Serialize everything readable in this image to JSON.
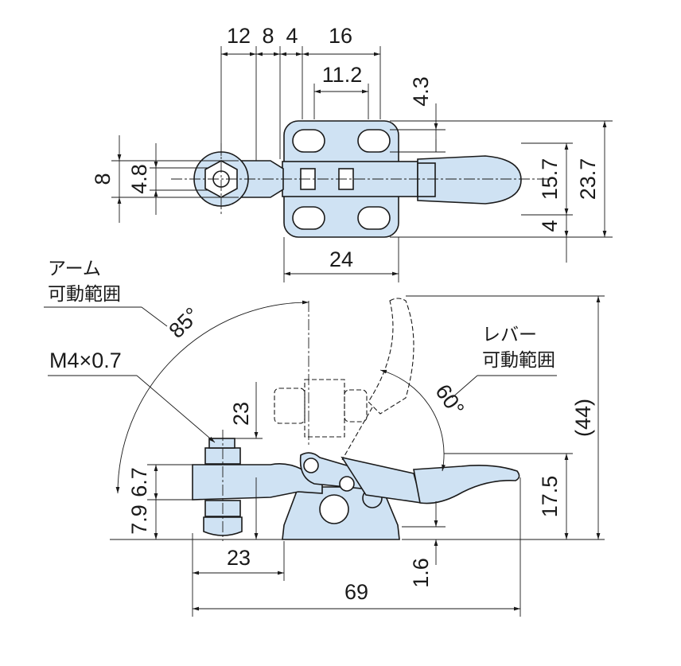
{
  "top_view": {
    "dims": {
      "d12": "12",
      "d8a": "8",
      "d4a": "4",
      "d16": "16",
      "d11_2": "11.2",
      "d4_3": "4.3",
      "d8b": "8",
      "d4_8": "4.8",
      "d15_7": "15.7",
      "d23_7": "23.7",
      "d4b": "4",
      "d24": "24"
    }
  },
  "side_view": {
    "labels": {
      "arm_range_line1": "アーム",
      "arm_range_line2": "可動範囲",
      "arm_angle": "85°",
      "thread": "M4×0.7",
      "lever_range_line1": "レバー",
      "lever_range_line2": "可動範囲",
      "lever_angle": "60°"
    },
    "dims": {
      "d23v": "23",
      "d6_7": "6.7",
      "d7_9": "7.9",
      "d23h": "23",
      "d69": "69",
      "d1_6": "1.6",
      "d17_5": "17.5",
      "d44": "(44)"
    }
  },
  "colors": {
    "part_fill": "#cfe2f3",
    "line": "#1a1a1a"
  }
}
